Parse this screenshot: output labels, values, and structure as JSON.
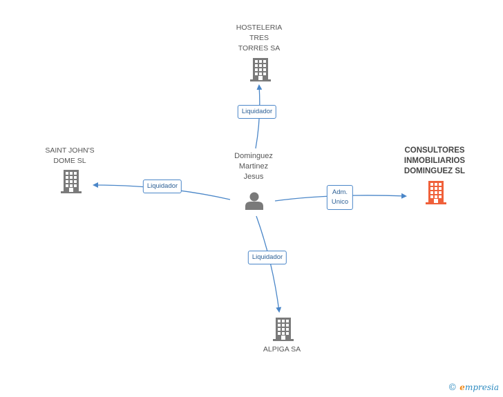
{
  "center": {
    "name": "Dominguez Martinez Jesus",
    "name_lines": [
      "Dominguez",
      "Martinez",
      "Jesus"
    ],
    "icon": "person-icon"
  },
  "companies": [
    {
      "id": "hosteleria",
      "lines": [
        "HOSTELERIA",
        "TRES",
        "TORRES SA"
      ],
      "icon": "building-icon",
      "color": "#7a7a7a"
    },
    {
      "id": "saintjohns",
      "lines": [
        "SAINT JOHN'S",
        "DOME SL"
      ],
      "icon": "building-icon",
      "color": "#7a7a7a"
    },
    {
      "id": "consultores",
      "lines": [
        "CONSULTORES",
        "INMOBILIARIOS",
        "DOMINGUEZ SL"
      ],
      "icon": "building-icon",
      "color": "#f0603a",
      "highlight": true
    },
    {
      "id": "alpiga",
      "lines": [
        "ALPIGA SA"
      ],
      "icon": "building-icon",
      "color": "#7a7a7a"
    }
  ],
  "relations": [
    {
      "to": "hosteleria",
      "label": "Liquidador"
    },
    {
      "to": "saintjohns",
      "label": "Liquidador"
    },
    {
      "to": "consultores",
      "label_lines": [
        "Adm.",
        "Unico"
      ]
    },
    {
      "to": "alpiga",
      "label": "Liquidador"
    }
  ],
  "brand": {
    "copyright": "©",
    "initial": "e",
    "rest": "mpresia"
  },
  "colors": {
    "edge": "#4a86c8",
    "building": "#7a7a7a",
    "highlight": "#f0603a"
  }
}
